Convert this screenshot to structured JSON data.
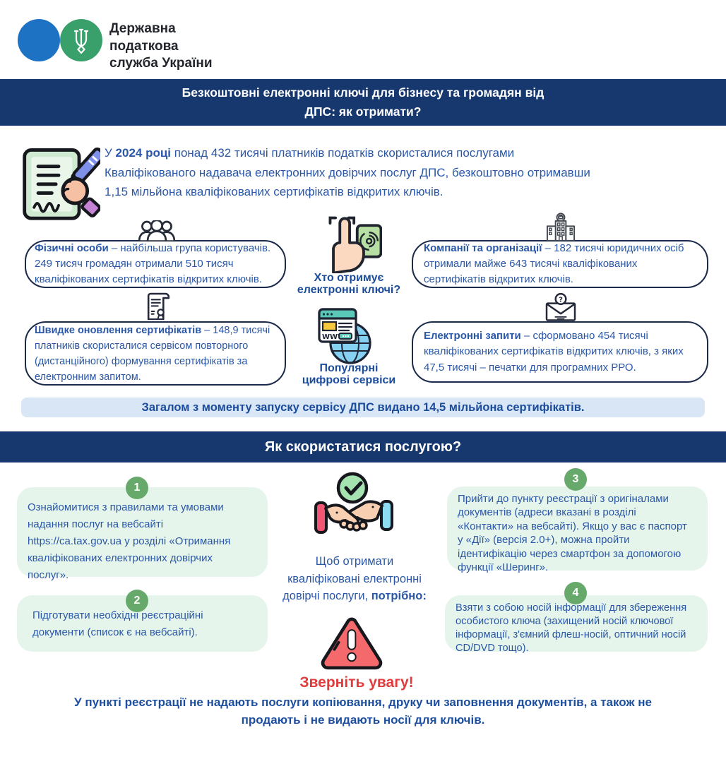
{
  "header": {
    "org_name": "Державна\nподаткова\nслужба України"
  },
  "banner": {
    "title": "Безкоштовні електронні ключі для бізнесу та громадян від\nДПС: як отримати?"
  },
  "intro": {
    "t1": "У ",
    "lead": "2024 році",
    "rest": " понад 432 тисячі платників податків скористалися послугами\nКваліфікованого надавача електронних довірчих послуг ДПС, безкоштовно отримавши\n1,15 мільйона кваліфікованих сертифікатів відкритих ключів."
  },
  "who": {
    "label": "Хто отримує\nелектронні ключі?",
    "individuals": {
      "lead": "Фізичні особи",
      "rest": " – найбільша група користувачів.\n249 тисяч громадян отримали 510 тисяч\nкваліфікованих сертифікатів відкритих ключів."
    },
    "companies": {
      "lead": "Компанії та організації",
      "rest": " – 182 тисячі юридичних осіб\nотримали майже 643 тисячі кваліфікованих\nсертифікатів відкритих ключів."
    }
  },
  "services": {
    "label": "Популярні\nцифрові сервіси",
    "renewal": {
      "lead": "Швидке оновлення сертифікатів",
      "rest": " – 148,9 тисячі\nплатників скористалися сервісом повторного\n(дистанційного) формування сертифікатів за\nелектронним запитом."
    },
    "requests": {
      "lead": "Електронні запити",
      "rest": " – сформовано 454 тисячі\nкваліфікованих сертифікатів відкритих ключів, з яких\n47,5 тисячі – печатки для програмних РРО."
    }
  },
  "total_strip": "Загалом з моменту запуску сервісу ДПС видано 14,5 мільйона сертифікатів.",
  "banner2": "Як скористатися послугою?",
  "steps": [
    {
      "num": "1",
      "text": "Ознайомитися з правилами та умовами\nнадання послуг на вебсайті\nhttps://ca.tax.gov.ua у розділі «Отримання\nкваліфікованих електронних довірчих\nпослуг»."
    },
    {
      "num": "2",
      "text": "Підготувати необхідні реєстраційні\nдокументи (список є на вебсайті)."
    },
    {
      "num": "3",
      "text": "Прийти до пункту реєстрації з оригіналами\nдокументів (адреси вказані в розділі\n«Контакти» на вебсайті). Якщо у вас є паспорт\nу «Дії» (версія 2.0+), можна пройти\nідентифікацію через смартфон за допомогою\nфункції «Шеринг»."
    },
    {
      "num": "4",
      "text": "Взяти з собою носій інформації для збереження\nособистого ключа (захищений носій ключової\nінформації, з'ємний флеш-носій, оптичний носій\nCD/DVD тощо)."
    }
  ],
  "how": {
    "note_t1": "Щоб отримати\nкваліфіковані електронні\nдовірчі послуги, ",
    "note_b": "потрібно:"
  },
  "attention": {
    "label": "Зверніть увагу!",
    "text": "У пункті реєстрації не надають послуги копіювання, друку чи заповнення документів, а також не\nпродають і не видають носії для ключів."
  },
  "colors": {
    "navy": "#17386E",
    "text_blue": "#2A57A7",
    "strip_bg": "#D9E6F6",
    "step_bg": "#E6F5EC",
    "green": "#67A96B",
    "red": "#E23B3C",
    "logo_blue": "#1E72C4",
    "logo_green": "#3AA06B"
  }
}
